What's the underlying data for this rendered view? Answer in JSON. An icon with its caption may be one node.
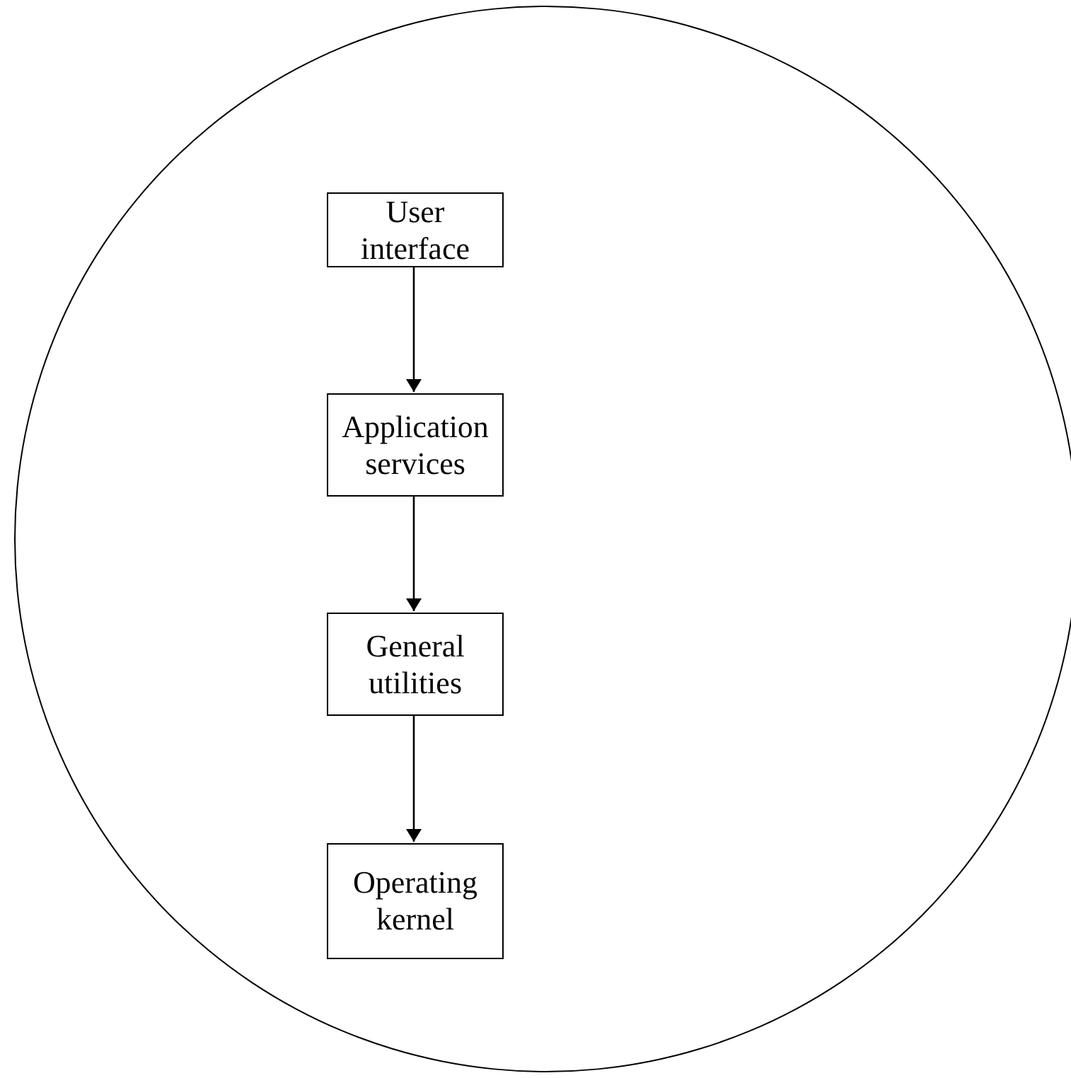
{
  "diagram": {
    "nodes": [
      {
        "text": [],
        "shape": "circle"
      },
      {
        "text": [
          "User interface"
        ],
        "in": 0
      },
      {
        "text": [
          "Application services"
        ],
        "in": 0
      },
      {
        "text": [
          "General utilities"
        ],
        "in": 0
      },
      {
        "text": [
          "Operating kernel"
        ],
        "in": 0
      }
    ],
    "edges": [
      {
        "from": 1,
        "to": 2,
        "arrow": "to"
      },
      {
        "from": 2,
        "to": 3,
        "arrow": "to"
      },
      {
        "from": 3,
        "to": 4,
        "arrow": "to"
      }
    ]
  }
}
